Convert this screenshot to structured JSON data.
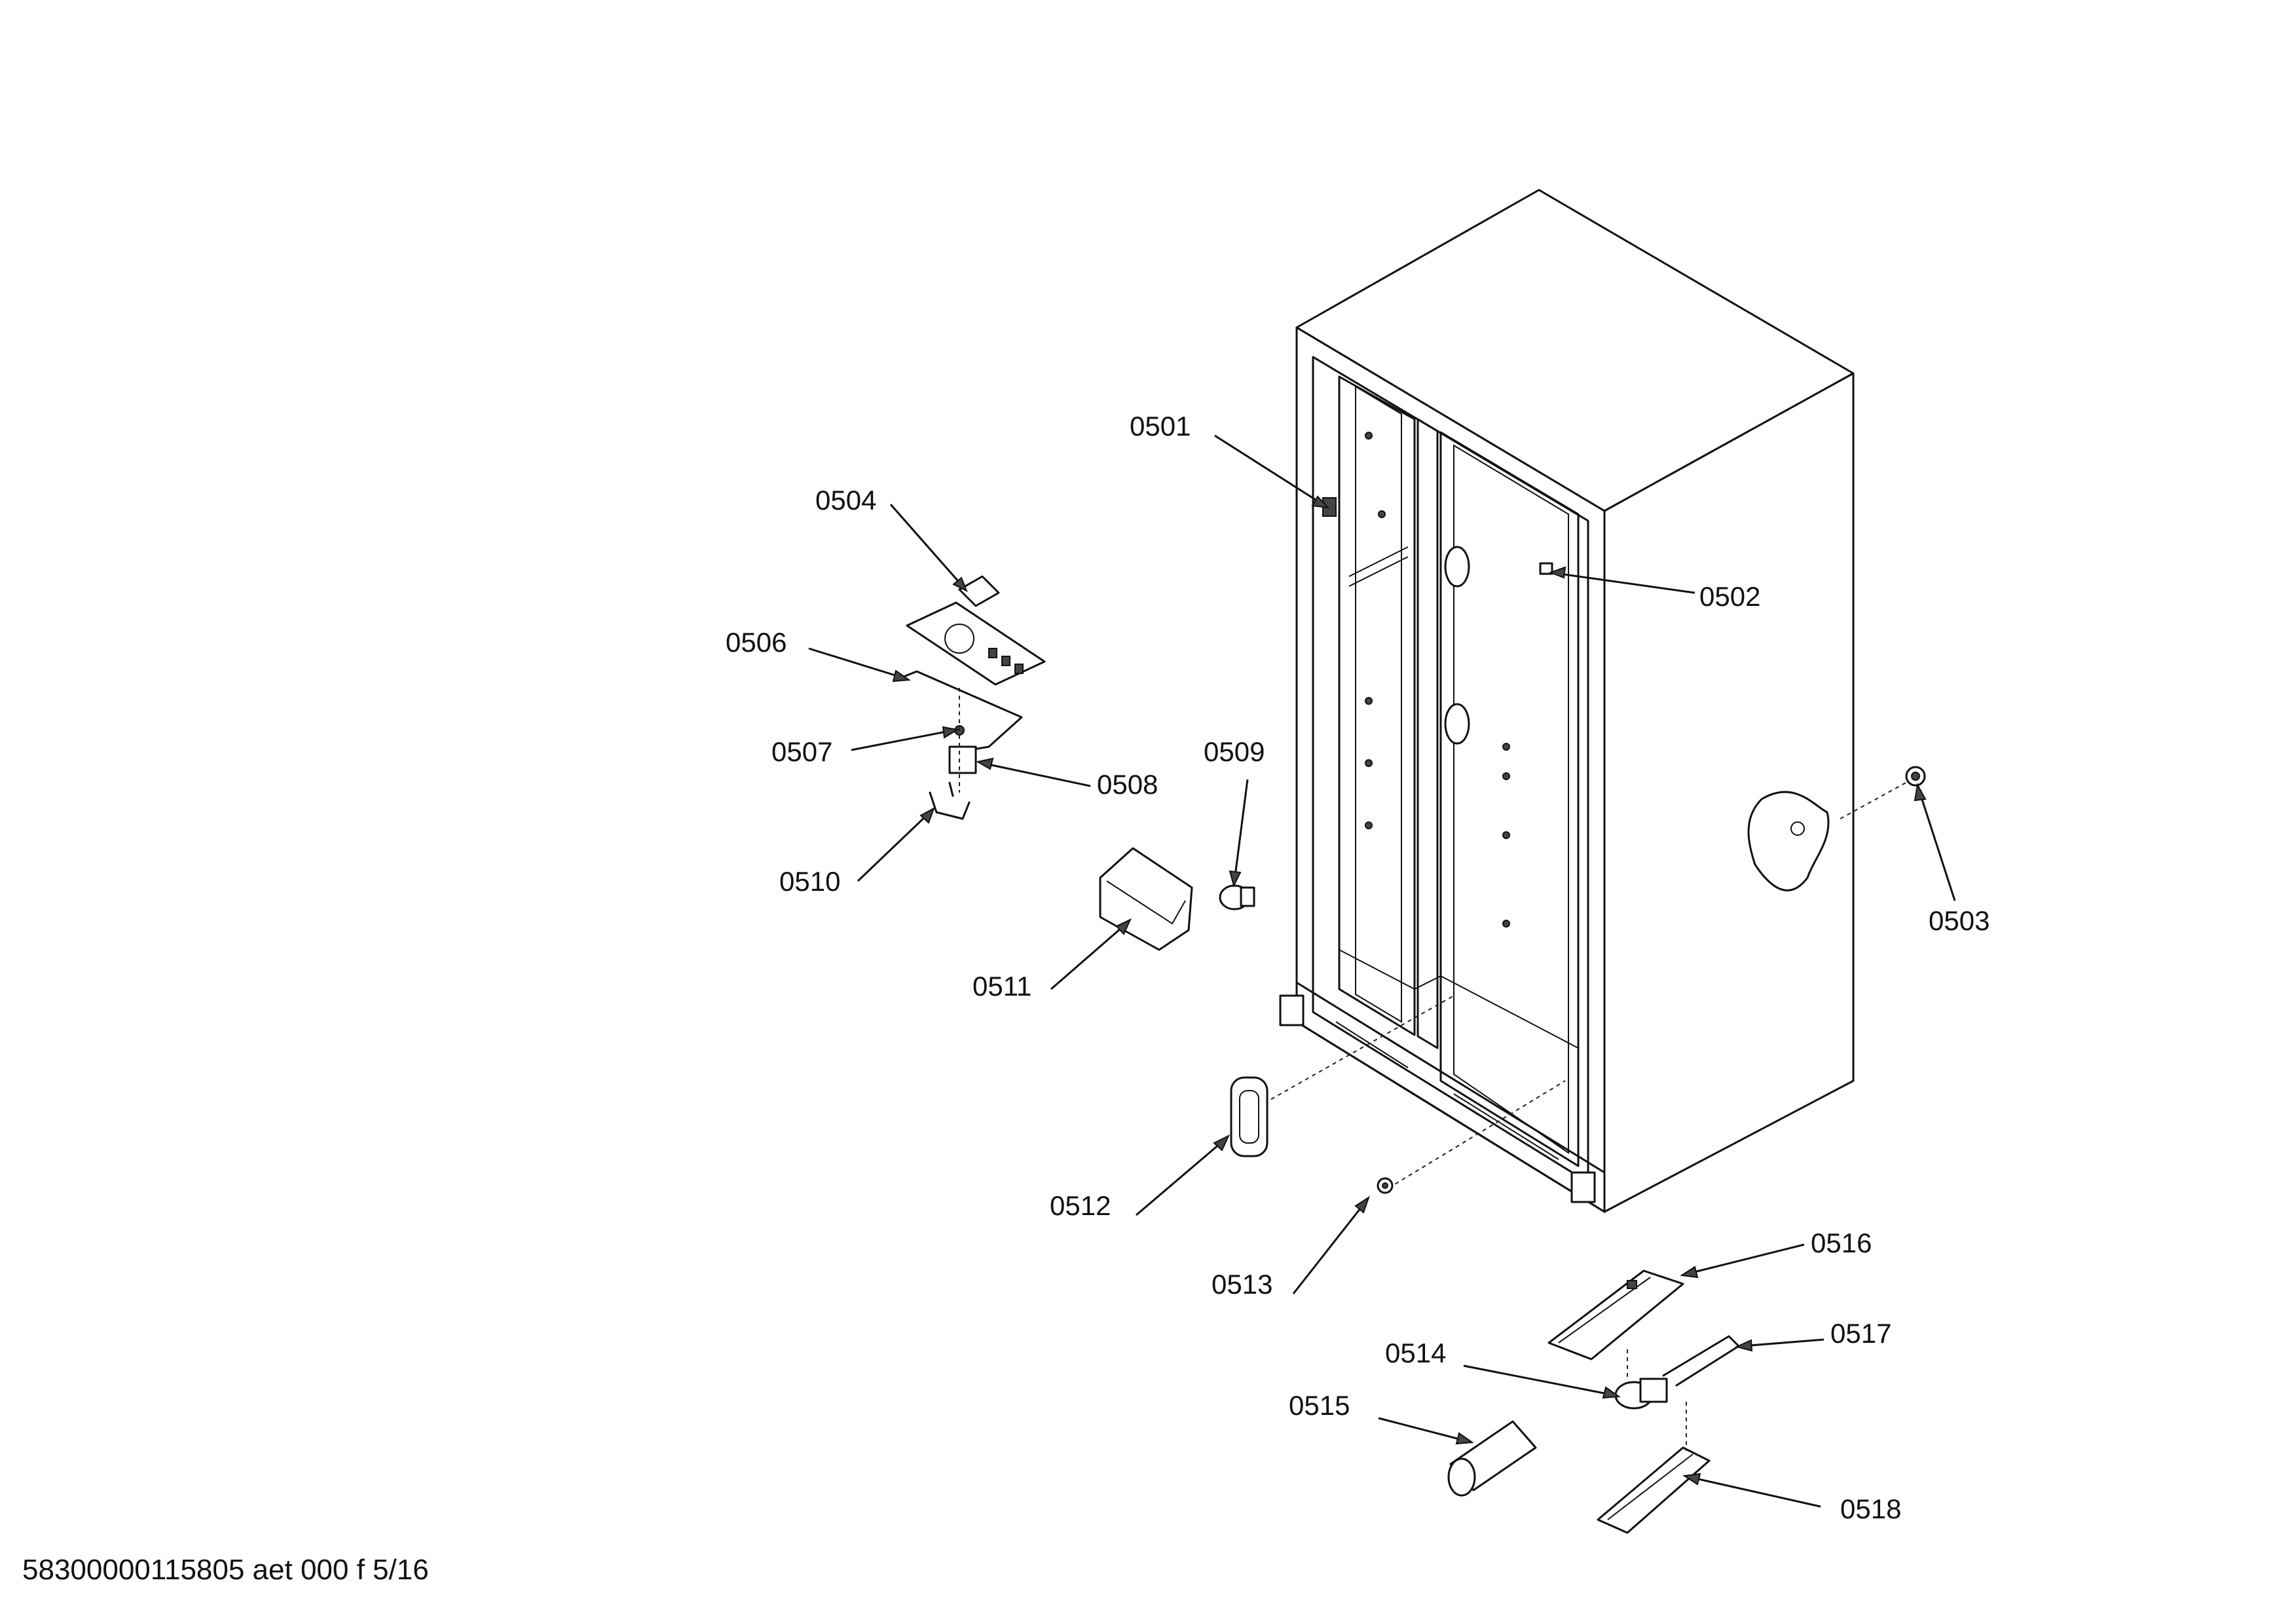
{
  "diagram": {
    "parts": [
      {
        "id": "0501",
        "label": "0501"
      },
      {
        "id": "0502",
        "label": "0502"
      },
      {
        "id": "0503",
        "label": "0503"
      },
      {
        "id": "0504",
        "label": "0504"
      },
      {
        "id": "0506",
        "label": "0506"
      },
      {
        "id": "0507",
        "label": "0507"
      },
      {
        "id": "0508",
        "label": "0508"
      },
      {
        "id": "0509",
        "label": "0509"
      },
      {
        "id": "0510",
        "label": "0510"
      },
      {
        "id": "0511",
        "label": "0511"
      },
      {
        "id": "0512",
        "label": "0512"
      },
      {
        "id": "0513",
        "label": "0513"
      },
      {
        "id": "0514",
        "label": "0514"
      },
      {
        "id": "0515",
        "label": "0515"
      },
      {
        "id": "0516",
        "label": "0516"
      },
      {
        "id": "0517",
        "label": "0517"
      },
      {
        "id": "0518",
        "label": "0518"
      }
    ],
    "line_color": "#111111",
    "background": "#ffffff"
  },
  "footer": {
    "document_code": "58300000115805 aet 000 f 5/16"
  }
}
